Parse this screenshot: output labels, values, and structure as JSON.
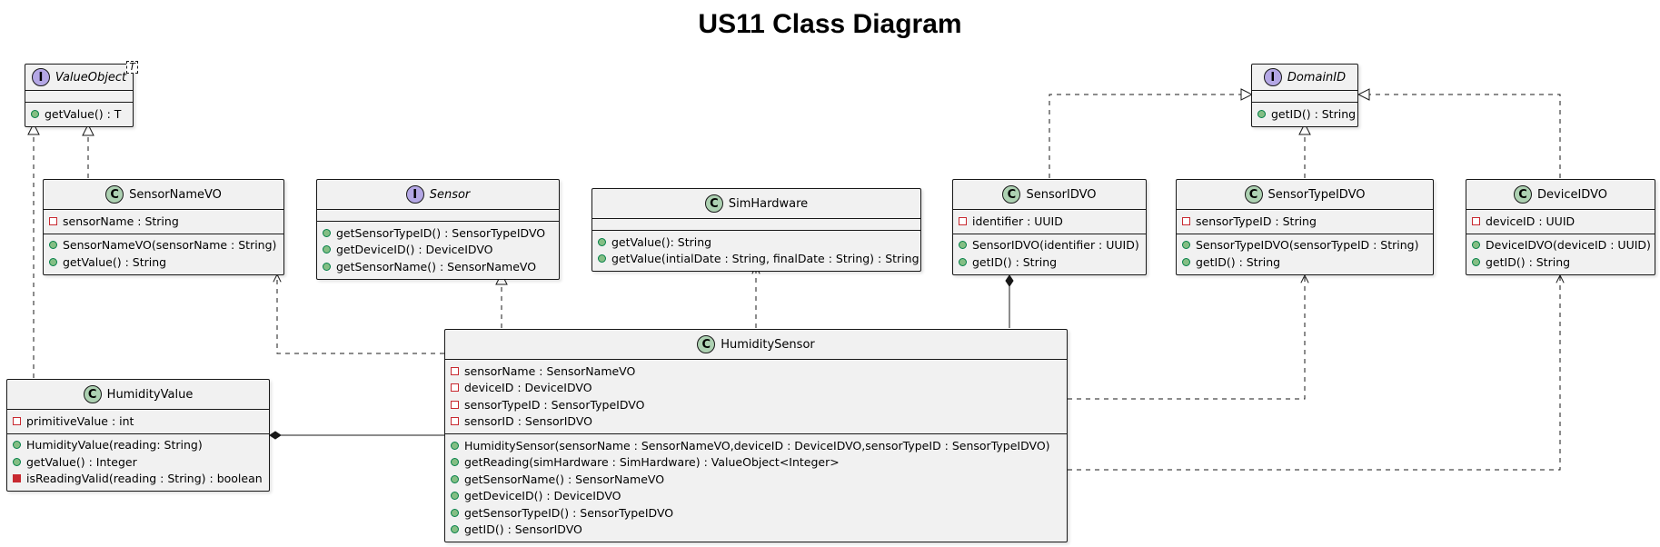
{
  "title": "US11 Class Diagram",
  "classes": {
    "valueobject": {
      "kind": "I",
      "name": "ValueObject",
      "type_param": "T",
      "fields": [],
      "methods": [
        {
          "vis": "public",
          "text": "getValue() : T"
        }
      ]
    },
    "domainid": {
      "kind": "I",
      "name": "DomainID",
      "fields": [],
      "methods": [
        {
          "vis": "public",
          "text": "getID() : String"
        }
      ]
    },
    "sensornamevo": {
      "kind": "C",
      "name": "SensorNameVO",
      "fields": [
        {
          "vis": "private",
          "text": "sensorName : String"
        }
      ],
      "methods": [
        {
          "vis": "public",
          "text": "SensorNameVO(sensorName : String)"
        },
        {
          "vis": "public",
          "text": "getValue() : String"
        }
      ]
    },
    "sensor": {
      "kind": "I",
      "name": "Sensor",
      "fields": [],
      "methods": [
        {
          "vis": "public",
          "text": "getSensorTypeID() : SensorTypeIDVO"
        },
        {
          "vis": "public",
          "text": "getDeviceID() : DeviceIDVO"
        },
        {
          "vis": "public",
          "text": "getSensorName() : SensorNameVO"
        }
      ]
    },
    "simhardware": {
      "kind": "C",
      "name": "SimHardware",
      "fields": [],
      "methods": [
        {
          "vis": "public",
          "text": "getValue(): String"
        },
        {
          "vis": "public",
          "text": "getValue(intialDate : String, finalDate : String) : String"
        }
      ]
    },
    "sensoridvo": {
      "kind": "C",
      "name": "SensorIDVO",
      "fields": [
        {
          "vis": "private",
          "text": "identifier : UUID"
        }
      ],
      "methods": [
        {
          "vis": "public",
          "text": "SensorIDVO(identifier : UUID)"
        },
        {
          "vis": "public",
          "text": "getID() : String"
        }
      ]
    },
    "sensortypeidvo": {
      "kind": "C",
      "name": "SensorTypeIDVO",
      "fields": [
        {
          "vis": "private",
          "text": "sensorTypeID : String"
        }
      ],
      "methods": [
        {
          "vis": "public",
          "text": "SensorTypeIDVO(sensorTypeID : String)"
        },
        {
          "vis": "public",
          "text": "getID() : String"
        }
      ]
    },
    "deviceidvo": {
      "kind": "C",
      "name": "DeviceIDVO",
      "fields": [
        {
          "vis": "private",
          "text": "deviceID : UUID"
        }
      ],
      "methods": [
        {
          "vis": "public",
          "text": "DeviceIDVO(deviceID : UUID)"
        },
        {
          "vis": "public",
          "text": "getID() : String"
        }
      ]
    },
    "humidityvalue": {
      "kind": "C",
      "name": "HumidityValue",
      "fields": [
        {
          "vis": "private",
          "text": "primitiveValue : int"
        }
      ],
      "methods": [
        {
          "vis": "public",
          "text": "HumidityValue(reading: String)"
        },
        {
          "vis": "public",
          "text": "getValue() : Integer"
        },
        {
          "vis": "private-op",
          "text": "isReadingValid(reading : String) : boolean"
        }
      ]
    },
    "humiditysensor": {
      "kind": "C",
      "name": "HumiditySensor",
      "fields": [
        {
          "vis": "private",
          "text": "sensorName : SensorNameVO"
        },
        {
          "vis": "private",
          "text": "deviceID : DeviceIDVO"
        },
        {
          "vis": "private",
          "text": "sensorTypeID : SensorTypeIDVO"
        },
        {
          "vis": "private",
          "text": "sensorID : SensorIDVO"
        }
      ],
      "methods": [
        {
          "vis": "public",
          "text": "HumiditySensor(sensorName : SensorNameVO,deviceID : DeviceIDVO,sensorTypeID : SensorTypeIDVO)"
        },
        {
          "vis": "public",
          "text": "getReading(simHardware : SimHardware) : ValueObject<Integer>"
        },
        {
          "vis": "public",
          "text": "getSensorName() : SensorNameVO"
        },
        {
          "vis": "public",
          "text": "getDeviceID() : DeviceIDVO"
        },
        {
          "vis": "public",
          "text": "getSensorTypeID() : SensorTypeIDVO"
        },
        {
          "vis": "public",
          "text": "getID() : SensorIDVO"
        }
      ]
    }
  }
}
